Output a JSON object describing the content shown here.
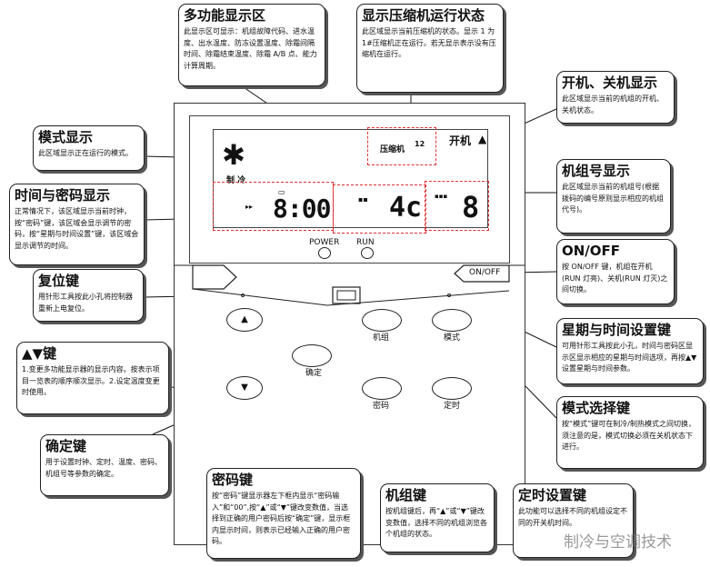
{
  "callouts": {
    "multi_display": {
      "title": "多功能显示区",
      "desc": "此显示区可显示：机组故障代码、进水温度、出水温度、防冻设置温度、除霜间隔时间、除霜结束温度、除霜 A/B 点、能力计算周期。"
    },
    "compressor": {
      "title": "显示压缩机运行状态",
      "desc": "此区域显示当前压缩机的状态。显示 1 为1#压缩机正在运行。若无显示表示没有压缩机在运行。"
    },
    "on_off_display": {
      "title": "开机、关机显示",
      "desc": "此区域显示当前的机组的开机、关机状态。"
    },
    "mode_display": {
      "title": "模式显示",
      "desc": "此区域显示正在运行的模式。"
    },
    "time_password": {
      "title": "时间与密码显示",
      "desc": "正常情况下，该区域显示当前时钟，按“密码”键，该区域会显示调节的密码，按“星期与时间设置”键，该区域会显示调节的时间。"
    },
    "unit_no": {
      "title": "机组号显示",
      "desc": "此区域显示当前的机组号(根据拨码的编号原则显示相应的机组代号)。"
    },
    "onoff_key": {
      "title": "ON/OFF",
      "desc": "按 ON/OFF 键，机组在开机(RUN 灯亮)、关机(RUN 灯灭)之间切换。"
    },
    "reset": {
      "title": "复位键",
      "desc": "用针形工具按此小孔将控制器重新上电复位。"
    },
    "week_time": {
      "title": "星期与时间设置键",
      "desc": "可用针形工具按此小孔，时间与密码区显示区显示相应的星期与时间选项，再按▲▼设置星期与时间参数。"
    },
    "updown": {
      "title": "▲▼键",
      "desc": "1.变更多功能显示器的显示内容。按表示项目一览表的顺序顺次显示。2.设定温度变更时使用。"
    },
    "mode_key": {
      "title": "模式选择键",
      "desc": "按“模式”键可在制冷/制热模式之间切换，须注意的是，模式切换必须在关机状态下进行。"
    },
    "confirm": {
      "title": "确定键",
      "desc": "用于设置时钟、定时、温度、密码、机组号等参数的确定。"
    },
    "password_key": {
      "title": "密码键",
      "desc": "按“密码”键显示器左下框内显示“密码输入”和“00”,按“▲”或“▼”键改变数值，当选择到正确的用户密码后按“确定”键，显示框内显示时间，则表示已经输入正确的用户密码。"
    },
    "unit_key": {
      "title": "机组键",
      "desc": "按机组键后，再“▲”或“▼”键改变数值，选择不同的机组浏览各个机组的状态。"
    },
    "timer_key": {
      "title": "定时设置键",
      "desc": "此功能可以选择不同的机组设定不同的开关机时间。"
    }
  },
  "lcd": {
    "compressor_label": "压缩机",
    "compressor_no": "12",
    "status_text": "开机",
    "mode_label": "制 冷",
    "time_digits": "8:00",
    "temp_digits": "4c",
    "unit_digit": "8"
  },
  "panel": {
    "power_label": "POWER",
    "run_label": "RUN",
    "onoff_label": "ON/OFF",
    "unit_btn": "机组",
    "mode_btn": "模式",
    "confirm_btn": "确定",
    "password_btn": "密码",
    "timer_btn": "定时"
  },
  "watermark": "制冷与空调技术"
}
